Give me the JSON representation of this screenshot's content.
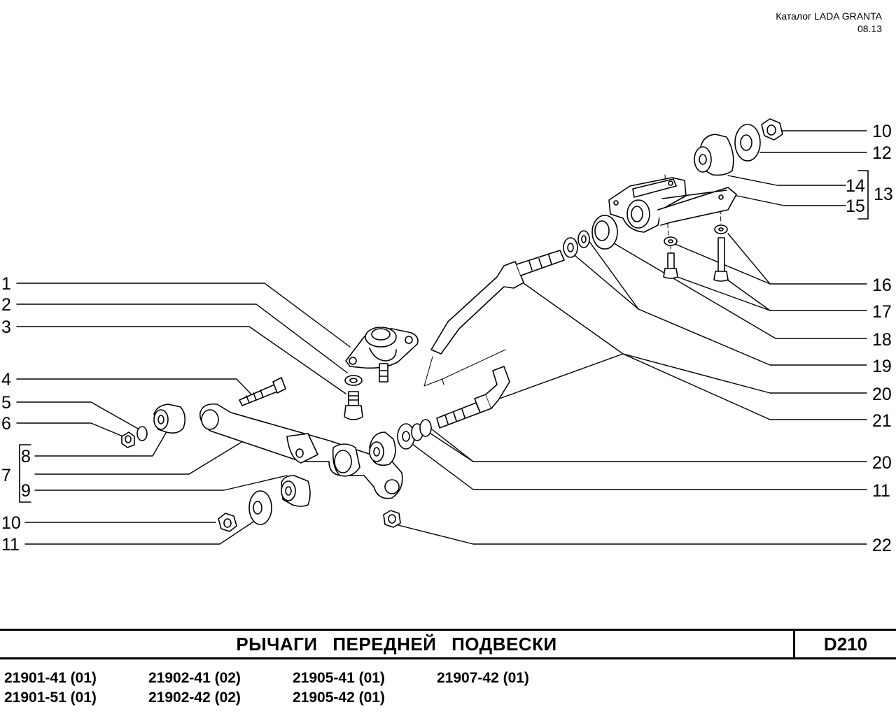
{
  "header": {
    "catalog": "Каталог  LADA  GRANTA",
    "date": "08.13"
  },
  "callouts": {
    "left": [
      "1",
      "2",
      "3",
      "4",
      "5",
      "6",
      "7",
      "8",
      "9",
      "10",
      "11"
    ],
    "right": [
      "10",
      "12",
      "14",
      "13",
      "15",
      "16",
      "17",
      "18",
      "19",
      "20",
      "21",
      "20",
      "11",
      "22"
    ]
  },
  "title": "РЫЧАГИ   ПЕРЕДНЕЙ   ПОДВЕСКИ",
  "sheet_code": "D210",
  "models": [
    "21901-41 (01)",
    "21901-51 (01)",
    "21902-41 (02)",
    "21902-42 (02)",
    "21905-41 (01)",
    "21905-42 (01)",
    "21907-42 (01)"
  ]
}
